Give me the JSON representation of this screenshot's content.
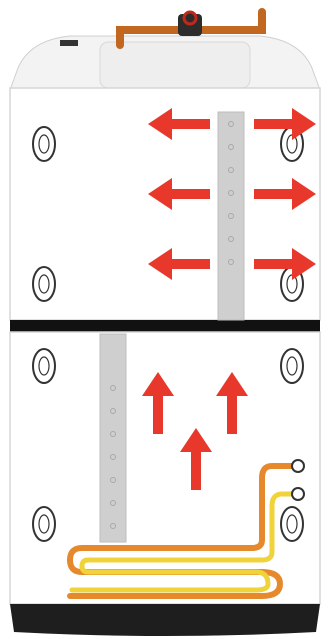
{
  "diagram": {
    "subject": "",
    "upper_zone": {
      "arrow_direction": "outward",
      "arrow_rows": 3
    },
    "lower_zone": {
      "arrow_direction": "upward",
      "arrow_count": 3
    }
  },
  "colors": {
    "background": "#ffffff",
    "tank_body": "#ffffff",
    "tank_outline": "#d0d0d0",
    "top_cap_shadow": "#dcdcdc",
    "divider": "#111111",
    "base_band": "#1e1e1e",
    "pipe_copper": "#c2671f",
    "valve": "#2c2c2c",
    "valve_red": "#c0281c",
    "heater_element": "#cfcfcf",
    "heater_hole": "#a8a8a8",
    "arrow": "#e8382b",
    "coil_outer": "#e6892d",
    "coil_inner": "#f0d23a",
    "port": "#333333"
  },
  "icons": {
    "arrow": "red-arrow-icon",
    "port": "port-ring-icon",
    "valve": "valve-icon"
  }
}
